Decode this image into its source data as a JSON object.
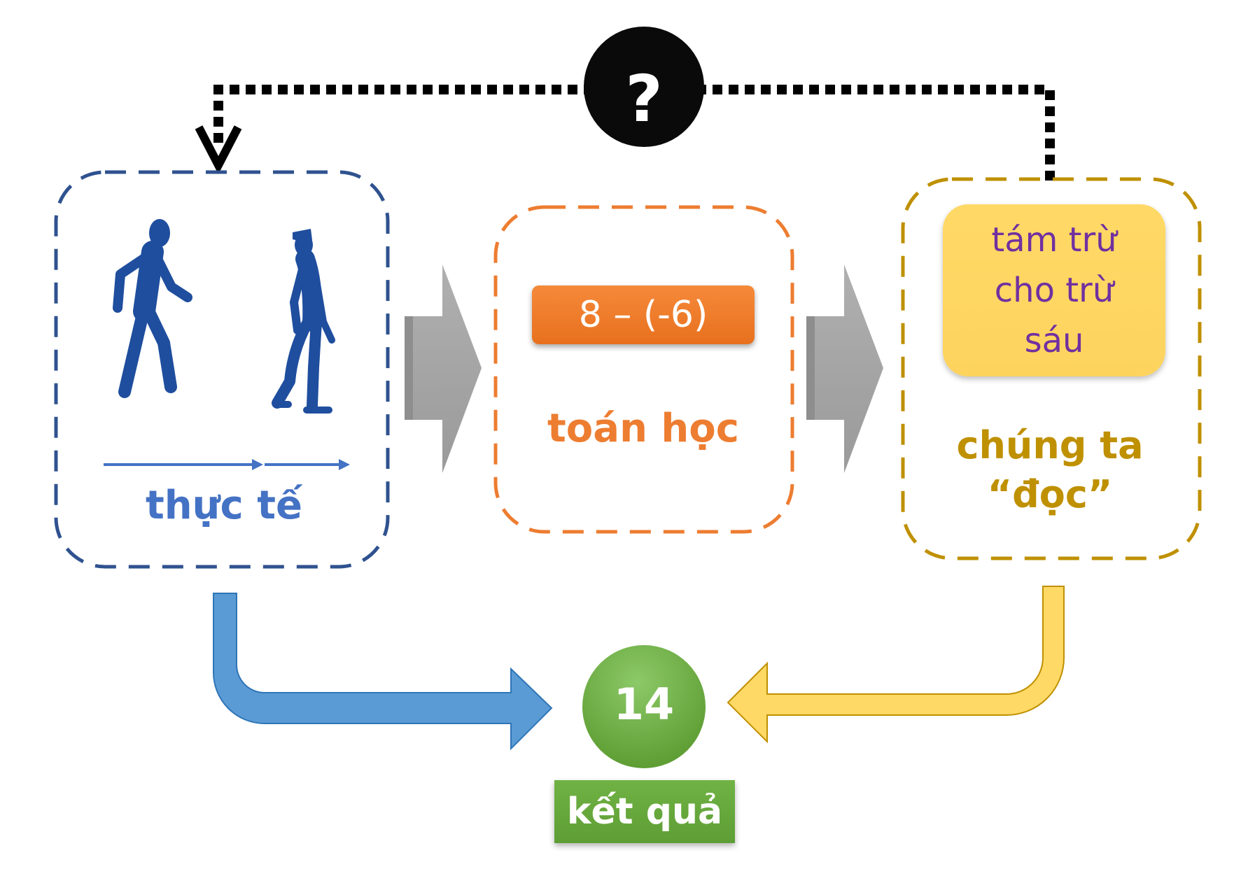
{
  "reality": {
    "label": "thực tế",
    "color": "#4472C4"
  },
  "math": {
    "expression": "8 – (-6)",
    "label": "toán học",
    "color": "#ED7D31"
  },
  "reading": {
    "lines": [
      "tám trừ",
      "cho trừ",
      "sáu"
    ],
    "label_line1": "chúng ta",
    "label_line2": "“đọc”",
    "color": "#BF9000",
    "text_color": "#7030A0"
  },
  "result": {
    "value": "14",
    "label": "kết quả",
    "color": "#70AD47"
  },
  "feedback": {
    "symbol": "?"
  },
  "icons": [
    "walking-person-icon",
    "moonwalking-person-icon"
  ]
}
